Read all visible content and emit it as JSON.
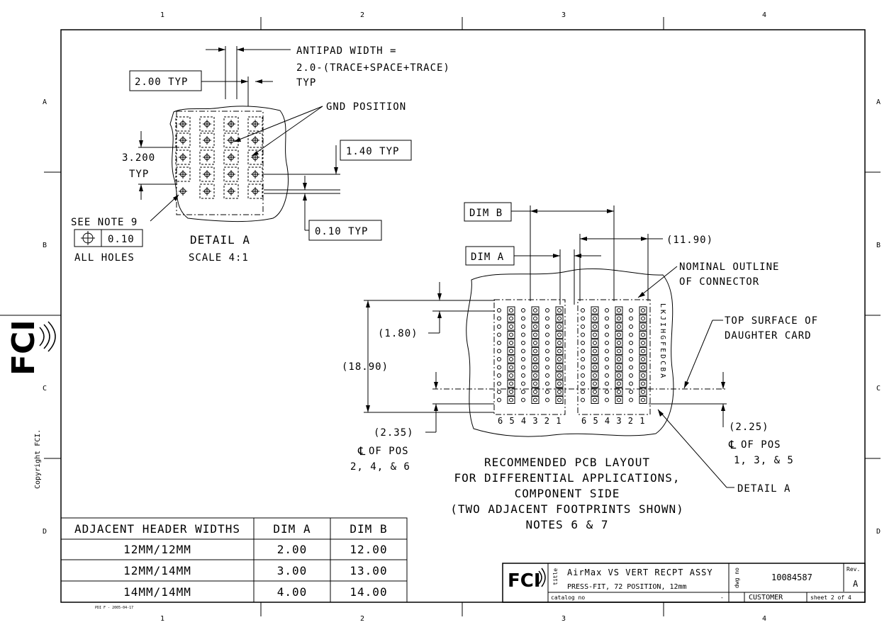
{
  "zones": {
    "columns": [
      "1",
      "2",
      "3",
      "4"
    ],
    "rows": [
      "A",
      "B",
      "C",
      "D"
    ]
  },
  "side_text": {
    "copyright": "Copyright FCI.",
    "logo": "FCI"
  },
  "detail_a": {
    "antipad_line1": "ANTIPAD WIDTH =",
    "antipad_line2": "2.0-(TRACE+SPACE+TRACE)",
    "antipad_line3": "TYP",
    "pitch_typ": "2.00 TYP",
    "gnd_position": "GND POSITION",
    "row_pitch_value": "3.200",
    "row_pitch_typ": "TYP",
    "pad_typ": "1.40 TYP",
    "gap_typ": "0.10 TYP",
    "see_note": "SEE NOTE 9",
    "tolerance_value": "0.10",
    "all_holes": "ALL HOLES",
    "title": "DETAIL  A",
    "scale": "SCALE  4:1"
  },
  "layout": {
    "dim_b": "DIM B",
    "dim_a": "DIM A",
    "dim_1190": "(11.90)",
    "nominal_outline_1": "NOMINAL OUTLINE",
    "nominal_outline_2": "OF CONNECTOR",
    "top_surface_1": "TOP SURFACE OF",
    "top_surface_2": "DAUGHTER CARD",
    "dim_180": "(1.80)",
    "dim_1890": "(18.90)",
    "dim_235": "(2.35)",
    "cl_left_1": "OF POS",
    "cl_left_2": "2, 4, & 6",
    "dim_225": "(2.25)",
    "cl_right_1": "OF POS",
    "cl_right_2": "1, 3, & 5",
    "detail_ref": "DETAIL  A",
    "centerline_symbol": "℄",
    "row_letters": "LKJIHGFEDCBA",
    "pos_numbers_left": "6 5 4 3 2 1",
    "pos_numbers_right": "6 5 4 3 2 1",
    "caption": [
      "RECOMMENDED PCB LAYOUT",
      "FOR DIFFERENTIAL APPLICATIONS,",
      "COMPONENT SIDE",
      "(TWO ADJACENT FOOTPRINTS SHOWN)",
      "NOTES 6 & 7"
    ]
  },
  "width_table": {
    "headers": [
      "ADJACENT HEADER WIDTHS",
      "DIM A",
      "DIM B"
    ],
    "rows": [
      [
        "12MM/12MM",
        "2.00",
        "12.00"
      ],
      [
        "12MM/14MM",
        "3.00",
        "13.00"
      ],
      [
        "14MM/14MM",
        "4.00",
        "14.00"
      ]
    ]
  },
  "title_block": {
    "logo": "FCI",
    "title_label": "title",
    "title_line1": "AirMax VS VERT RECPT ASSY",
    "title_line2": "PRESS-FIT, 72 POSITION, 12mm",
    "catalog_label": "catalog no",
    "catalog_value": "-",
    "dwg_label": "dwg no",
    "dwg_no": "10084587",
    "rev_label": "Rev.",
    "rev": "A",
    "customer": "CUSTOMER",
    "sheet": "sheet 2 of 4"
  },
  "footer_note": "PDI F - 2005-04-17"
}
